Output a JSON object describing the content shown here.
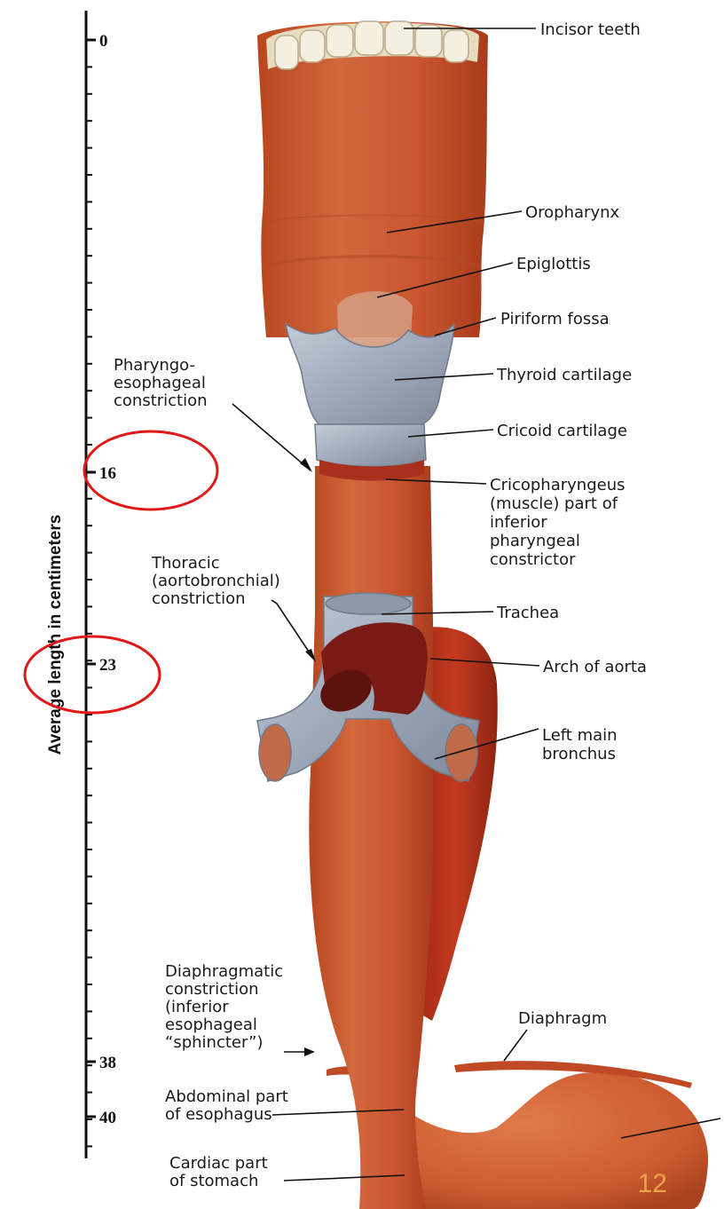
{
  "scale": {
    "axis_title": "Average length in centimeters",
    "ticks": [
      "0",
      "16",
      "23",
      "38",
      "40"
    ],
    "highlighted": [
      "16",
      "23"
    ]
  },
  "labels_right": {
    "incisor_teeth": [
      "Incisor teeth"
    ],
    "oropharynx": [
      "Oropharynx"
    ],
    "epiglottis": [
      "Epiglottis"
    ],
    "piriform_fossa": [
      "Piriform fossa"
    ],
    "thyroid_cartilage": [
      "Thyroid cartilage"
    ],
    "cricoid_cartilage": [
      "Cricoid cartilage"
    ],
    "cricopharyngeus": [
      "Cricopharyngeus",
      "(muscle) part of",
      "inferior",
      "pharyngeal",
      "constrictor"
    ],
    "trachea": [
      "Trachea"
    ],
    "arch_of_aorta": [
      "Arch of aorta"
    ],
    "left_main_bronchus": [
      "Left main",
      "bronchus"
    ],
    "diaphragm": [
      "Diaphragm"
    ]
  },
  "labels_left": {
    "pharyngo_esophageal": [
      "Pharyngo-",
      "esophageal",
      "constriction"
    ],
    "thoracic": [
      "Thoracic",
      "(aortobronchial)",
      "constriction"
    ],
    "diaphragmatic": [
      "Diaphragmatic",
      "constriction",
      "(inferior",
      "esophageal",
      "“sphincter”)"
    ],
    "abdominal": [
      "Abdominal part",
      "of esophagus"
    ],
    "cardiac": [
      "Cardiac part",
      "of stomach"
    ]
  },
  "page_number": "12",
  "colors": {
    "muscle": "#c9552f",
    "muscle_dark": "#a83c1c",
    "aorta": "#b8321c",
    "aorta_dark": "#7a1a14",
    "cartilage": "#a9b4c4",
    "cartilage_dark": "#7e8898",
    "teeth": "#efe9da",
    "circle": "#e01818",
    "page_number": "#e7a44a"
  }
}
